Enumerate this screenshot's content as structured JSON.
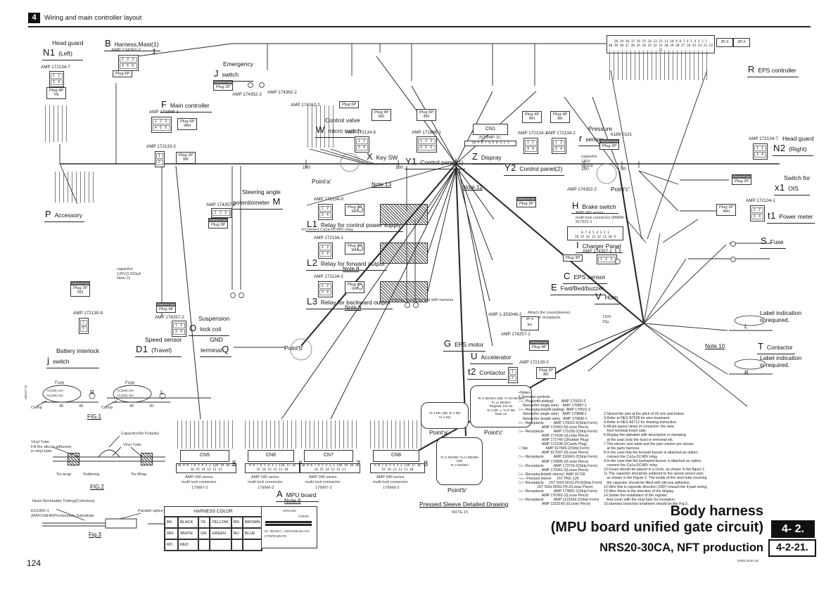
{
  "header": {
    "badge": "4",
    "title": "Wiring and main controller layout"
  },
  "page_number": "124",
  "plug_hd": "Waterproof type",
  "title_block": {
    "line1": "Body harness",
    "line2": "(MPU board unified gate circuit)",
    "badge": "4- 2.",
    "line3": "NRS20-30CA, NFT production",
    "ref": "4-2-21.",
    "doc_no": "5493-2240-1E"
  },
  "pins": {
    "r12": "1 2",
    "r34": "3 4",
    "r123": "1 2 3",
    "r456": "4 5 6",
    "p1": "1",
    "p2": "2",
    "eps_top": "20 19 18 17 16 15 14 13 12 11 10 9 8 7 6 5 4 3 2 1",
    "eps_bot": "40 39 38 37 36 35 34 33 32 31 30 29 28 27 26 25 24 23 22 21",
    "cn10": "10 9 8 7 6 5 4 3 2 1",
    "cn20": "20 19 18 17 16 15 14 13 12 11",
    "cn9": "9 8 7 6 5 4 3 2 1",
    "cn18": "18 17 16 15 14 13 12 11 10",
    "h8": "8 7 6 5 4 3 2 1",
    "h16": "16 15 14 13 12 11 10 9"
  },
  "dims": {
    "d1": "100",
    "d2": "100",
    "d3": "100",
    "d4": "50"
  },
  "comps": {
    "n1": {
      "name1": "Head guard",
      "letter": "N1",
      "name2": "(Left)",
      "part": "AMP 172134-7",
      "plug": "Plug 4P\nYE"
    },
    "b": {
      "letter": "B",
      "name": "Harness,Mast(1)",
      "part": "AMP 174262-2",
      "num": "1",
      "plug": "Plug 6P"
    },
    "j": {
      "name1": "Emergency",
      "letter": "J",
      "name2": "switch",
      "part1": "AMP 174352-2",
      "part2": "AMP 174362-2",
      "plug": "Plug 2P"
    },
    "f": {
      "letter": "F",
      "name": "Main controller",
      "part1": "AMP 171899-1",
      "plug1": "Plug 6P\nWH",
      "part2": "AMP 172133-2",
      "plug2": "Plug 2P\nBK"
    },
    "w": {
      "name1": "Control valve",
      "letter": "W",
      "name2": "micro switch",
      "part": "AMP 174262-2",
      "plug": "Plug 6P"
    },
    "x": {
      "letter": "X",
      "name": "Key SW",
      "part": "AMP 172134-9",
      "plug": "Plug 4P\nRD"
    },
    "y1": {
      "letter": "Y1",
      "name": "Control panel(1)",
      "part": "AMP 171888-1",
      "plug": "Plug 6P\nBN"
    },
    "z": {
      "letter": "Z",
      "name": "Dispray",
      "cn": "CN1",
      "cn_part": "JST 8MP-1C",
      "pins": "10 9 8 7 6 5 4 3 2 1"
    },
    "y2": {
      "letter": "Y2",
      "name": "Control panel(2)",
      "part1": "AMP 172134-1",
      "part2": "AMP 172134-2",
      "plug1": "Plug 4P\nBN",
      "plug2": "Plug 4P\nBK"
    },
    "rs": {
      "name1": "Pressure",
      "letter": "r",
      "name2": "sensor",
      "part": "6189-0131",
      "plug": "Plug 2P",
      "cap": "capacitor\n130V\n0.022µ"
    },
    "eps": {
      "letter": "R",
      "name": "EPS controller",
      "conn2": "2P-X"
    },
    "n2": {
      "name1": "Head guard",
      "letter": "N2",
      "name2": "(Right)",
      "part": "AMP 172134-7"
    },
    "x1": {
      "name1": "Switch for",
      "letter": "x1",
      "name2": "OIS",
      "plug": "Plug 2P"
    },
    "t1": {
      "letter": "t1",
      "name": "Power meter",
      "part": "AMP 172134-1",
      "plug": "Plug 2P\nWH"
    },
    "p": {
      "letter": "P",
      "name": "Accessory"
    },
    "m": {
      "name1": "Steering angle",
      "name2": "potentiometer",
      "letter": "M",
      "part": "AMP 174357-2",
      "plug": "Plug 3P"
    },
    "l1": {
      "letter": "L1",
      "name": "Relay for control power supply",
      "sub": "※Connect Ca1a-DC48V relay",
      "part": "AMP 172134-9",
      "plug": "Plug 4P\nRD",
      "note": "Note.13"
    },
    "l2": {
      "letter": "L2",
      "name": "Relay for forward output",
      "note": "Note.8",
      "part": "AMP 172134-1",
      "plug": "Plug 4P\nWH"
    },
    "l3": {
      "letter": "L3",
      "name": "Relay for backward output",
      "note": "Note.9",
      "part": "AMP 172134-2",
      "plug": "Plug 4P\nGN",
      "sub": "※Relay should be tied with harness."
    },
    "h": {
      "letter": "H",
      "name": "Brake switch",
      "part": "AMP 174352-2",
      "plug": "Plug 2P",
      "sub": "AMP 040 series\nmulti lock connector (MARK I)\n917521-1"
    },
    "i": {
      "letter": "I",
      "name": "Charger Panel",
      "part": "AMP 174357-2",
      "plug": "Plug 3P"
    },
    "c": {
      "letter": "C",
      "name": "EPS sensor"
    },
    "e": {
      "letter": "E",
      "name": "Fwd/Bed/buzzer"
    },
    "v": {
      "letter": "V",
      "name": "Horn",
      "sub": "110V\n22µ"
    },
    "g": {
      "letter": "G",
      "name": "EPS motor",
      "part": "AMP 1-353046-2",
      "conn": "2P-X\nBU"
    },
    "u": {
      "letter": "U",
      "name": "Accelerator",
      "part": "AMP 174257-2",
      "plug": "Plug 4P"
    },
    "t2": {
      "letter": "t2",
      "name": "Contactor",
      "part": "AMP 172130-2",
      "plug": "Plug 2P\nBK"
    },
    "s": {
      "letter": "S",
      "name": "Fuse"
    },
    "t": {
      "letter": "T",
      "name": "Contactor",
      "note": "Note.10",
      "req": "Label indication\nis required.",
      "tag": "L"
    },
    "r2": {
      "tag": "R",
      "req": "Label indication\nis required."
    },
    "o": {
      "name1": "Suspension",
      "letter": "O",
      "name2": "lock coil"
    },
    "d1": {
      "name1": "Speed sensor",
      "letter": "D1",
      "name2": "(Travel)",
      "part": "AMP 174257-2",
      "plug": "Plug 4P",
      "cap": "capacitor\n125V,0.022µF\nNote.11"
    },
    "q": {
      "name1": "GND",
      "name2": "terminal",
      "letter": "Q"
    },
    "bat": {
      "name1": "Battery interlock",
      "letter": "j",
      "name2": "switch",
      "part": "AMP 172130-9",
      "plug": "Plug 2P\nRD"
    },
    "note12": "Note.12"
  },
  "mpu": {
    "letter": "A",
    "name": "MPU board",
    "note": "Note.6",
    "series": "AMP 040 series\nmulti lock connector",
    "cn5": {
      "id": "CN5",
      "num": "5",
      "part": "179967-2"
    },
    "cn6": {
      "id": "CN6",
      "num": "6",
      "part": "179966-2"
    },
    "cn7": {
      "id": "CN7",
      "num": "7",
      "part": "179967-2"
    },
    "cn8": {
      "id": "CN8",
      "num": "8",
      "part": "179966-2"
    }
  },
  "points": {
    "a": "Point'a'",
    "b": "Point'b'",
    "c": "Point'c'"
  },
  "attach_note": "Attach the cover(sleeve)\nfor shur receptacle.",
  "detail": {
    "title": "Pressed Sleeve Detailed Drawing",
    "note": "NOTE.15",
    "a": {
      "label": "Point'a'",
      "lines": "Tx J RD ⟨2B⟩ To J RD\nTx A RD"
    },
    "c": {
      "label": "Point'c'",
      "lines": "To G BK/WH ⟨2B⟩ Tx N2 BK/WH\nTx x1 BK/WH\nRegister 1W 1Ω\nTo A BK ▭ Tx R BK\nNote.14"
    },
    "b": {
      "label": "Point'b'",
      "lines": "Tx G RD/WH  Tx H RD/WH\n⟨2B⟩\nTo A RD/WH"
    }
  },
  "table": {
    "title": "HARNESS COLOR",
    "cells": [
      [
        "BK",
        "BLACK",
        "YE",
        "YELLOW",
        "BN",
        "BROWN"
      ],
      [
        "WH",
        "WHITE",
        "GN",
        "GREEN",
        "BU",
        "BLUE"
      ],
      [
        "RD",
        "RED",
        "",
        "",
        "",
        ""
      ]
    ],
    "ex_ground": "GROUND",
    "ex_stripe": "STRIPE",
    "ex_caption": "Ex. 'BK/WH' = GROUND:BLACK\nSTRIPE:WHITE"
  },
  "figs": {
    "fig1": {
      "label": "FIG.1",
      "fuse": "Fuse",
      "rating": "AC(250) 10A\nAC(250) 15A",
      "clamp": "Clamp",
      "r": "R",
      "l": "L",
      "d40": "40",
      "d30": "30",
      "about": "ABOUT 40"
    },
    "fig2": {
      "label": "FIG.2",
      "cap": "Capacitor(No Polarity)",
      "vt": "Vinyl Tube",
      "fill": "Vinyl Tube\nFill the silicon adhesive\nin vinyl tube",
      "tw1": "Tie-wrap",
      "sol": "Soldering",
      "tw2": "Tie-Wrap"
    },
    "fig3": {
      "label": "Fig.3",
      "t1": "Heat-Shrinkable Tubing(Colorless)",
      "t2": "ES1000-1\n(RAYCHEM)Permissible Substitute",
      "t4": "Parallel splice"
    }
  },
  "notes": {
    "col1": "<Note>\n1.Terminal symbols\n□— Plug(with plating)        AMP 170020-2\n    Sleeve(for single wire)    AMP 170887-1\n□— Receptacle(with plating)  AMP 170021-2\n    Sleeve(for single wire)    AMP 170888-1\n    Sleeve(for double wire)   AMP 170890-1\n□— Receptacle          AMP 170022-6(Strip Form)\n                       AMP 170441-6(Loose Piece)\n□— Receptacle          AMP 171630-1(Strip Form)\n                       AMP 171639-1(Loose Piece)\n                       AMP 172740-1(Rubber Plug)\n                       AMP 172198-2(Cavity Plug)\n□ Tab                  AMP 917695-2(Strip Form)\n                       AMP 917697-2(Loose Piece)\n□— Receptacle          AMP 316041-2(Strip Form)\n                       AMP 170895-2(Loose Piece)\n□— Receptacle          AMP 173716-2(Strip Form)\n                       AMP 170361-2(Loose Piece)\n□— Receptacle(with sleeve)  AMP 41728\n–◇– Pressed sleeve     JST PNC-125\n□— Receptacle     JST SXH-001G-P0.6(Strip Form)\n                  JST SSH-003G-P0.2(Loose Piece)\n□— Receptacle          AMP 173681-1(Strip Form)\n                       AMP 170362-1(Loose Piece)\n□— Receptacle          AMP 1123343-2(Strip Form)\n                       AMP 1318143-2(Loose Piece)",
    "col2": "2.Strand the part at the pitch of 25 mm and below.\n3.Refer to NES B7538 for wire treatment.\n4.Refer to NES A6712 for drawing instruction.\n5.All pin layout views of connector: the view\n   from terminal insert side.\n6.Display the alphabet with description or stamping\n   at the seat (only the fuse) in immortal ink.\n7.The electric wire table and the part column are shown\n   at the parts harness.\n8.In the case that the forward buzzer is attached as option,\n   connect the Ca1a-DC48V relay.\n9.In the case that the backward buzzer is attached as option,\n   connect the Ca1a-DC48V relay.\n10.Fuses should be placed in a circle, as shown in the figure 1.\n11.The capacitor should be soldered to the speed sensor part,\n   as shown in the Figure 2. The inside of the vinyl tube covering\n   the capacitor should be filled with silicone adhesive.\n12.Wire this in opposite direction (180°) toward the 4-part wiring.\n13.Wire these in the direction of the display.\n14.Solder the installation of the register.\n   And cover with the vinyl tube for insulation.\n15.Harness branches treatment should be like Fig.3."
  }
}
